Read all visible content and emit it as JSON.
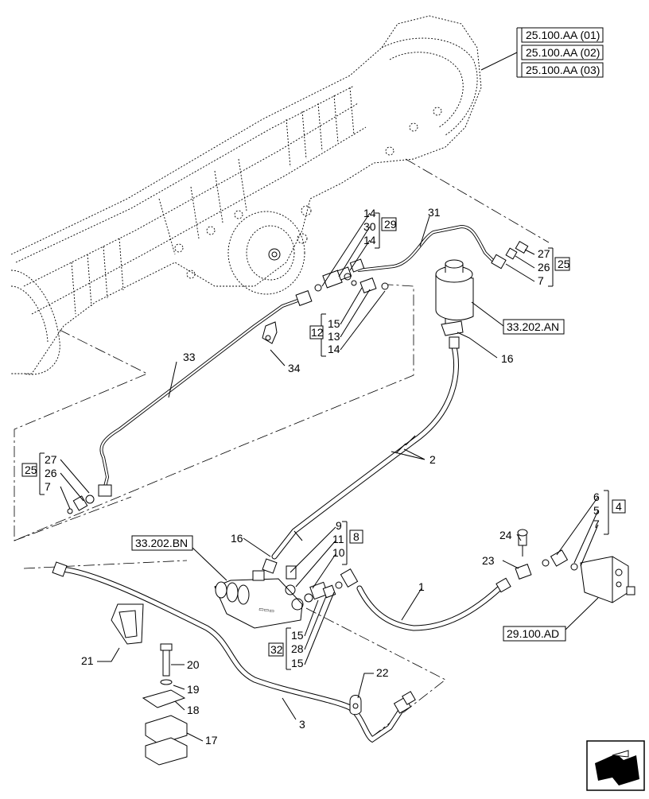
{
  "references": {
    "top_right": [
      "25.100.AA (01)",
      "25.100.AA (02)",
      "25.100.AA (03)"
    ],
    "reservoir": "33.202.AN",
    "master_cylinder": "33.202.BN",
    "valve": "29.100.AD"
  },
  "groups": {
    "g29": "29",
    "g12": "12",
    "g25_right": "25",
    "g25_left": "25",
    "g8": "8",
    "g4": "4",
    "g32": "32"
  },
  "callouts": {
    "c14a": "14",
    "c30": "30",
    "c14b": "14",
    "c15a": "15",
    "c13": "13",
    "c14c": "14",
    "c31": "31",
    "c27a": "27",
    "c26a": "26",
    "c7a": "7",
    "c33": "33",
    "c34": "34",
    "c16a": "16",
    "c2": "2",
    "c27b": "27",
    "c26b": "26",
    "c7b": "7",
    "c9": "9",
    "c11": "11",
    "c10": "10",
    "c16b": "16",
    "c6": "6",
    "c5": "5",
    "c7c": "7",
    "c24": "24",
    "c23": "23",
    "c1": "1",
    "c15b": "15",
    "c28": "28",
    "c15c": "15",
    "c21": "21",
    "c20": "20",
    "c19": "19",
    "c18": "18",
    "c17": "17",
    "c22": "22",
    "c3": "3"
  },
  "icons": {
    "corner": "navigation-arrow-icon"
  }
}
